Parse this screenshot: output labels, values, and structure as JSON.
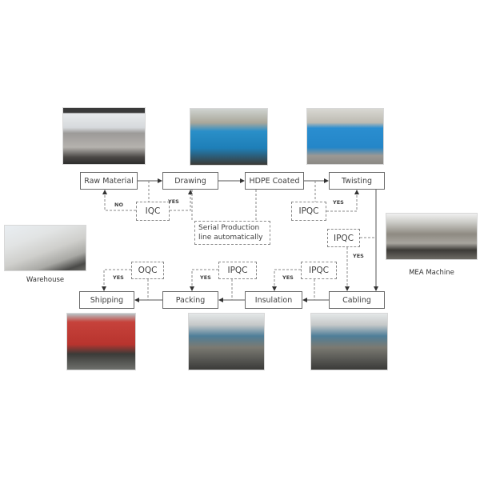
{
  "diagram": {
    "type": "process-flowchart",
    "process_steps": [
      {
        "id": "raw",
        "label": "Raw Material"
      },
      {
        "id": "drawing",
        "label": "Drawing"
      },
      {
        "id": "hdpe",
        "label": "HDPE Coated"
      },
      {
        "id": "twisting",
        "label": "Twisting"
      },
      {
        "id": "cabling",
        "label": "Cabling"
      },
      {
        "id": "insulation",
        "label": "Insulation"
      },
      {
        "id": "packing",
        "label": "Packing"
      },
      {
        "id": "shipping",
        "label": "Shipping"
      }
    ],
    "checks": {
      "iqc": "IQC",
      "ipqc_twisting": "IPQC",
      "ipqc_cabling": "IPQC",
      "ipqc_insulation": "IPQC",
      "ipqc_packing": "IPQC",
      "oqc": "OQC"
    },
    "note": {
      "line1": "Serial Production",
      "line2": "line automatically"
    },
    "edge_labels": {
      "no": "NO",
      "yes": "YES"
    },
    "captions": {
      "warehouse": "Warehouse",
      "mea": "MEA Machine"
    },
    "photos": [
      {
        "id": "raw-material-photo",
        "depicts": "aluminium coil"
      },
      {
        "id": "drawing-photo",
        "depicts": "blue drawing machine"
      },
      {
        "id": "twisting-photo",
        "depicts": "blue twisting machines"
      },
      {
        "id": "warehouse-photo",
        "depicts": "white factory building"
      },
      {
        "id": "mea-photo",
        "depicts": "MEA test machine"
      },
      {
        "id": "shipping-photo",
        "depicts": "red shipping container truck"
      },
      {
        "id": "packing-photo",
        "depicts": "workshop floor"
      },
      {
        "id": "cabling-photo",
        "depicts": "workshop floor"
      }
    ],
    "colors": {
      "box_border": "#6b6b6b",
      "line": "#555555",
      "dashed": "#8a8a8a",
      "text": "#404040"
    }
  }
}
